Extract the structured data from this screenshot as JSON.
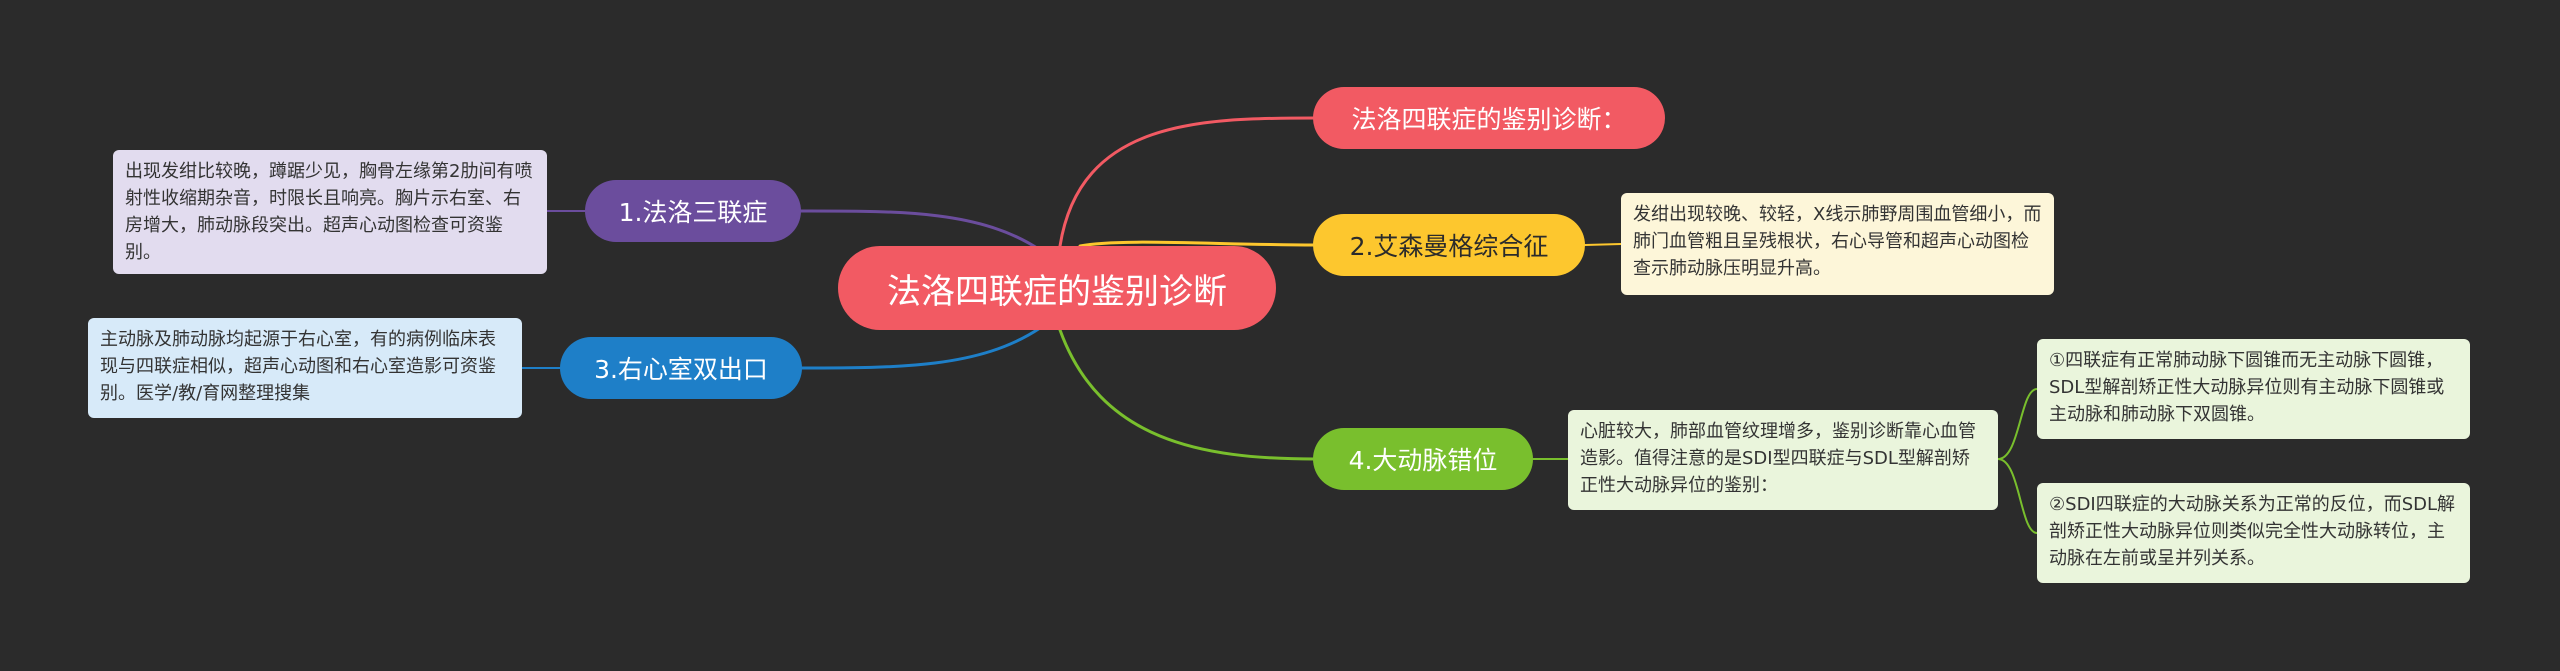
{
  "root": {
    "label": "法洛四联症的鉴别诊断",
    "color": "#f25a63"
  },
  "right_branches": {
    "title_topic": {
      "label": "法洛四联症的鉴别诊断：",
      "color": "#f25a63"
    },
    "topic_2": {
      "label": "2.艾森曼格综合征",
      "color": "#fdc72e",
      "note": "发绀出现较晚、较轻，X线示肺野周围血管细小，而肺门血管粗且呈残根状，右心导管和超声心动图检查示肺动脉压明显升高。"
    },
    "topic_4": {
      "label": "4.大动脉错位",
      "color": "#79bf2d",
      "note": "心脏较大，肺部血管纹理增多，鉴别诊断靠心血管造影。值得注意的是SDⅠ型四联症与SDL型解剖矫正性大动脉异位的鉴别：",
      "children": [
        "①四联症有正常肺动脉下圆锥而无主动脉下圆锥，SDL型解剖矫正性大动脉异位则有主动脉下圆锥或主动脉和肺动脉下双圆锥。",
        "②SDI四联症的大动脉关系为正常的反位，而SDL解剖矫正性大动脉异位则类似完全性大动脉转位，主动脉在左前或呈并列关系。"
      ]
    }
  },
  "left_branches": {
    "topic_1": {
      "label": "1.法洛三联症",
      "color": "#6b4d9d",
      "note": "出现发绀比较晚，蹲踞少见，胸骨左缘第2肋间有喷射性收缩期杂音，时限长且响亮。胸片示右室、右房增大，肺动脉段突出。超声心动图检查可资鉴别。"
    },
    "topic_3": {
      "label": "3.右心室双出口",
      "color": "#1e7fc8",
      "note": "主动脉及肺动脉均起源于右心室，有的病例临床表现与四联症相似，超声心动图和右心室造影可资鉴别。医学/教/育网整理搜集"
    }
  }
}
